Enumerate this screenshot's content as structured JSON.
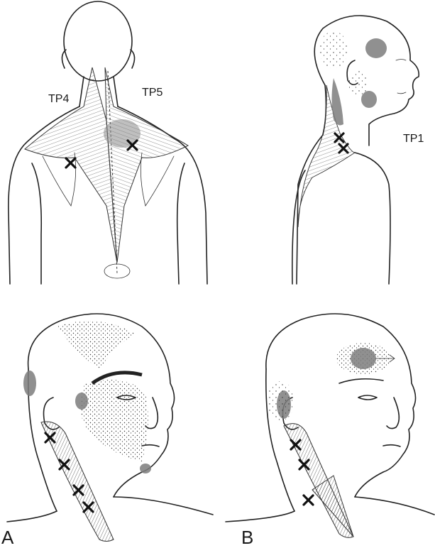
{
  "figure": {
    "tp_labels": [
      "TP4",
      "TP5",
      "TP1"
    ],
    "panel_labels": [
      "A",
      "B"
    ]
  },
  "icons": {
    "trigger_point_marker": "x-mark-icon",
    "referred_pain_zone": "stipple-zone-icon"
  },
  "colors": {
    "ink": "#222222",
    "referred_pain": "#7d7d7d",
    "background": "#ffffff"
  }
}
